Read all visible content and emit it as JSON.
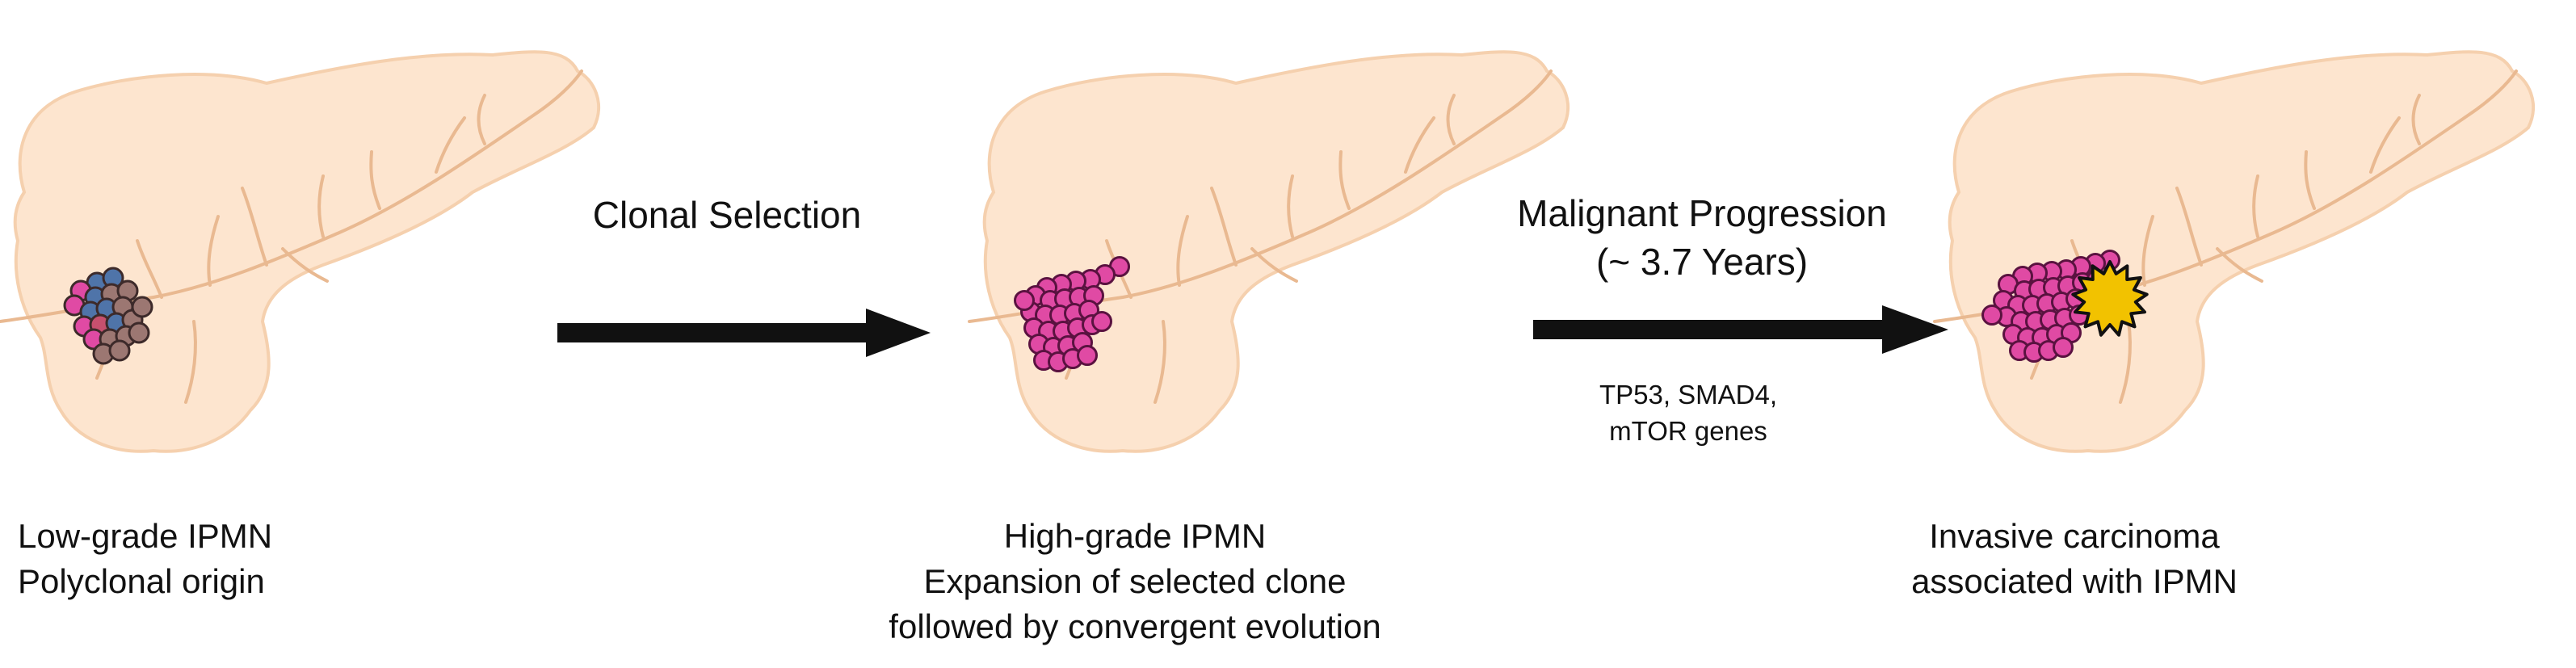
{
  "colors": {
    "pancreas_fill": "#fde5cf",
    "pancreas_edge": "#f5d0ae",
    "duct": "#e9b991",
    "clone_pink": "#e04aa4",
    "clone_pink_stroke": "#5a1240",
    "clone_blue": "#4f74a9",
    "clone_brown": "#9c7772",
    "clone_rose": "#c6506e",
    "clone_stroke": "#3d2a2a",
    "carcinoma_star": "#f2c200",
    "arrow": "#111111"
  },
  "stages": [
    {
      "caption_line1": "Low-grade IPMN",
      "caption_line2": "Polyclonal origin",
      "caption_line3": ""
    },
    {
      "caption_line1": "High-grade IPMN",
      "caption_line2": "Expansion of selected clone",
      "caption_line3": "followed by convergent evolution"
    },
    {
      "caption_line1": "Invasive carcinoma",
      "caption_line2": "associated with IPMN",
      "caption_line3": ""
    }
  ],
  "arrows": [
    {
      "label_line1": "Clonal Selection",
      "label_line2": "",
      "note_line1": "",
      "note_line2": ""
    },
    {
      "label_line1": "Malignant Progression",
      "label_line2": "(~ 3.7 Years)",
      "note_line1": "TP53, SMAD4,",
      "note_line2": "mTOR genes"
    }
  ]
}
